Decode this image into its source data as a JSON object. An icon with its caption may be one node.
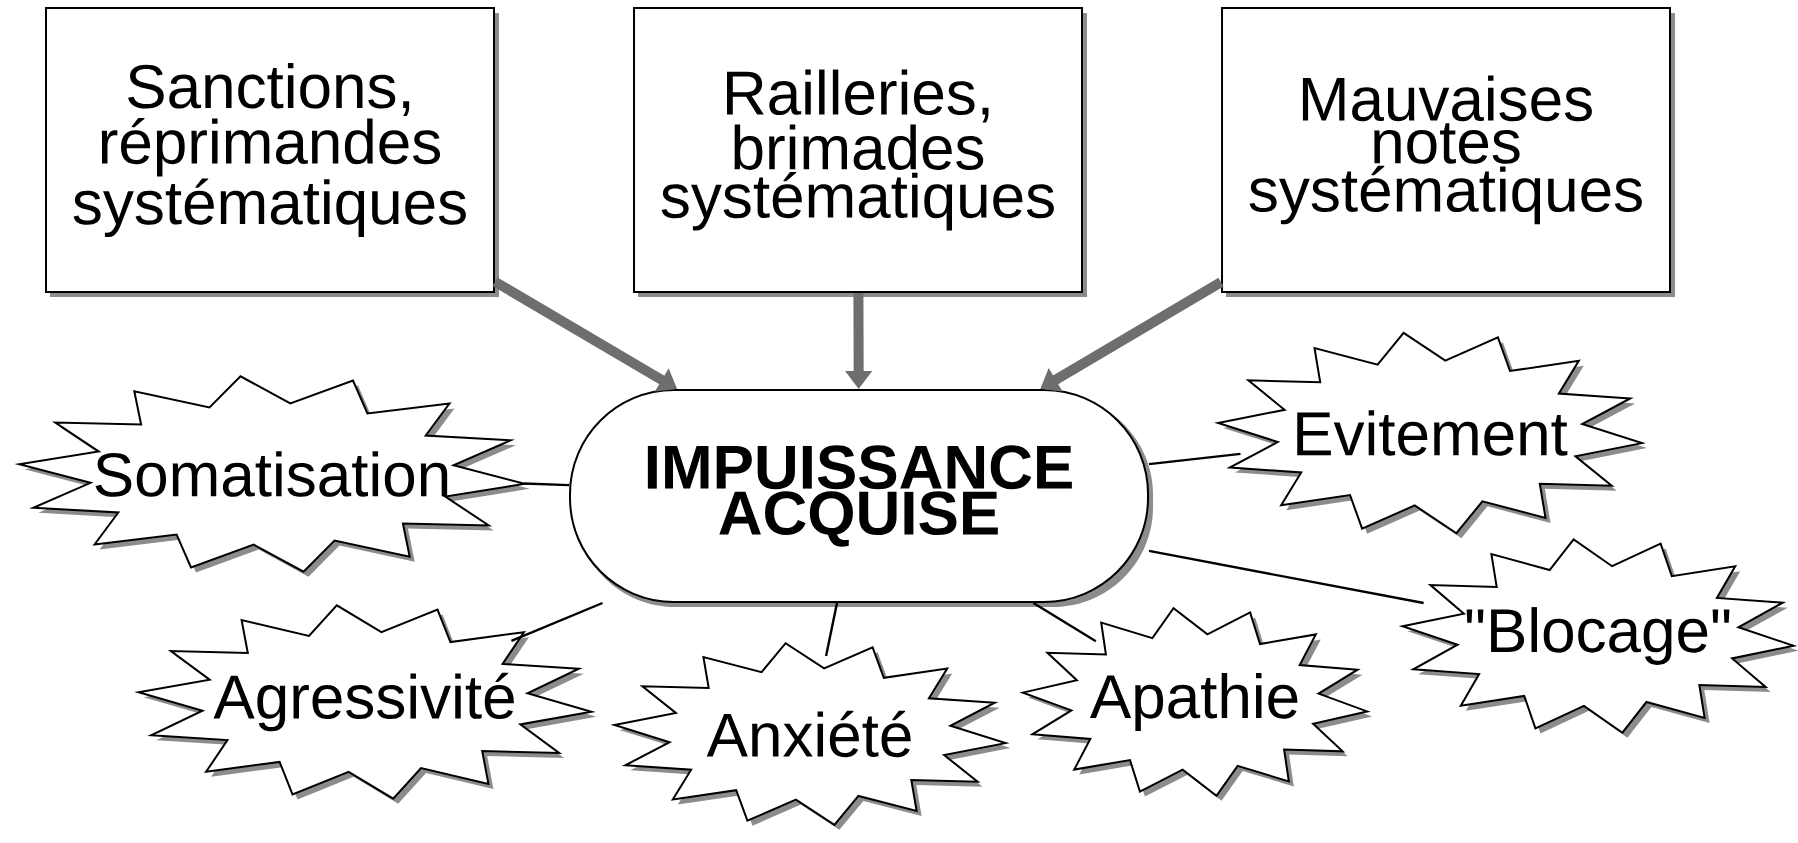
{
  "diagram": {
    "nodes": [
      {
        "text": [
          "Sanctions, réprimandes systématiques"
        ]
      },
      {
        "text": [
          "Railleries, brimades systématiques"
        ]
      },
      {
        "text": [
          "Mauvaises notes systématiques"
        ]
      },
      {
        "text": [
          "Somatisation"
        ]
      },
      {
        "text": [
          "IMPUISSANCE ACQUISE"
        ]
      },
      {
        "text": [
          "Evitement"
        ]
      },
      {
        "text": [
          "\"Blocage\""
        ]
      },
      {
        "text": [
          "Agressivité"
        ]
      },
      {
        "text": [
          "Anxiété"
        ]
      },
      {
        "text": [
          "Apathie"
        ]
      }
    ],
    "edges": [
      {
        "from": 0,
        "to": 4,
        "arrow": "to",
        "style": "thick",
        "color": "#6e6e6e"
      },
      {
        "from": 1,
        "to": 4,
        "arrow": "to",
        "style": "thick",
        "color": "#6e6e6e"
      },
      {
        "from": 2,
        "to": 4,
        "arrow": "to",
        "style": "thick",
        "color": "#6e6e6e"
      },
      {
        "from": 4,
        "to": 3,
        "arrow": "none"
      },
      {
        "from": 4,
        "to": 5,
        "arrow": "none"
      },
      {
        "from": 4,
        "to": 6,
        "arrow": "none"
      },
      {
        "from": 4,
        "to": 7,
        "arrow": "none"
      },
      {
        "from": 4,
        "to": 8,
        "arrow": "none"
      },
      {
        "from": 4,
        "to": 9,
        "arrow": "none"
      }
    ]
  }
}
